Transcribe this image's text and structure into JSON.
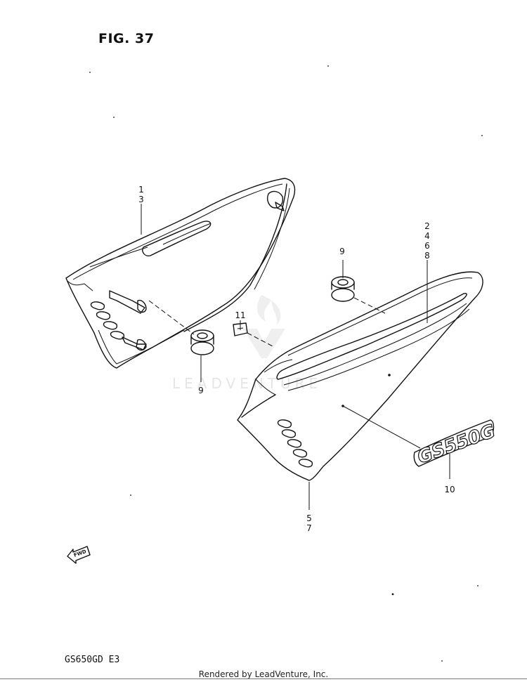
{
  "figure": {
    "title": "FIG. 37",
    "model": "GS650GD  E3"
  },
  "footer": {
    "credit": "Rendered by LeadVenture, Inc."
  },
  "watermark": {
    "text": "LEADVENTURE"
  },
  "callouts": {
    "left_cover": [
      "1",
      "3"
    ],
    "right_cover_top": [
      "2",
      "4",
      "6",
      "8"
    ],
    "right_cover_bottom": [
      "5",
      "7"
    ],
    "grommet_upper": "9",
    "grommet_lower": "9",
    "clip": "11",
    "emblem": "10"
  },
  "emblem_text": "GS550G",
  "fwd_label": "FWD",
  "colors": {
    "line": "#111111",
    "watermark": "#d0d0d0"
  }
}
